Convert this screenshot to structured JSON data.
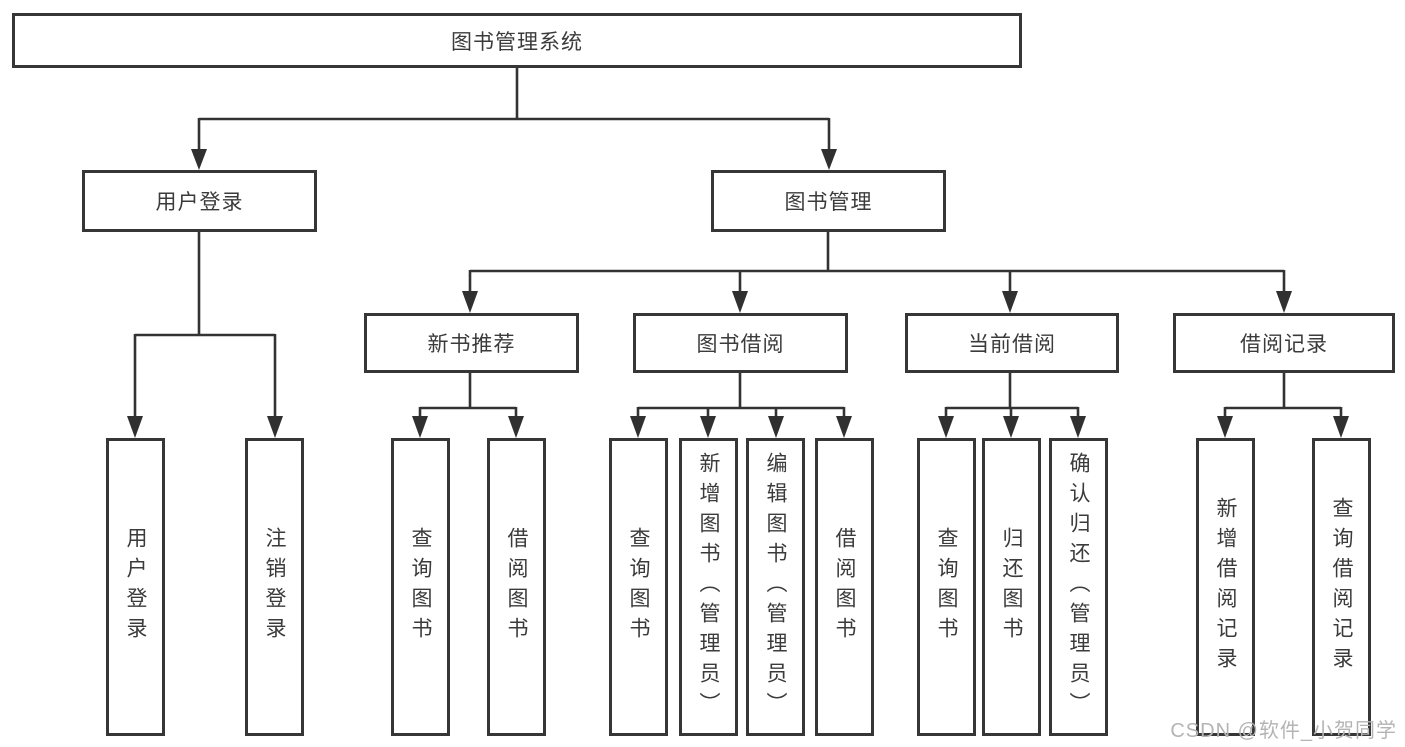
{
  "diagram_title": "图书管理系统",
  "nodes": {
    "root": "图书管理系统",
    "level2": {
      "user_login": "用户登录",
      "book_management": "图书管理"
    },
    "level3": {
      "new_book_recommend": "新书推荐",
      "book_borrowing": "图书借阅",
      "current_borrowing": "当前借阅",
      "borrowing_records": "借阅记录"
    },
    "leaves": [
      "用户登录",
      "注销登录",
      "查询图书",
      "借阅图书",
      "查询图书",
      "新增图书（管理员）",
      "编辑图书（管理员）",
      "借阅图书",
      "查询图书",
      "归还图书",
      "确认归还（管理员）",
      "新增借阅记录",
      "查询借阅记录"
    ]
  },
  "watermark": "CSDN @软件_小贺同学",
  "colors": {
    "line": "#333333",
    "arrow_fill": "#303030",
    "box_border": "#363636",
    "text": "#3b3b3b",
    "watermark_text": "#b4b4b4",
    "background": "#ffffff"
  }
}
